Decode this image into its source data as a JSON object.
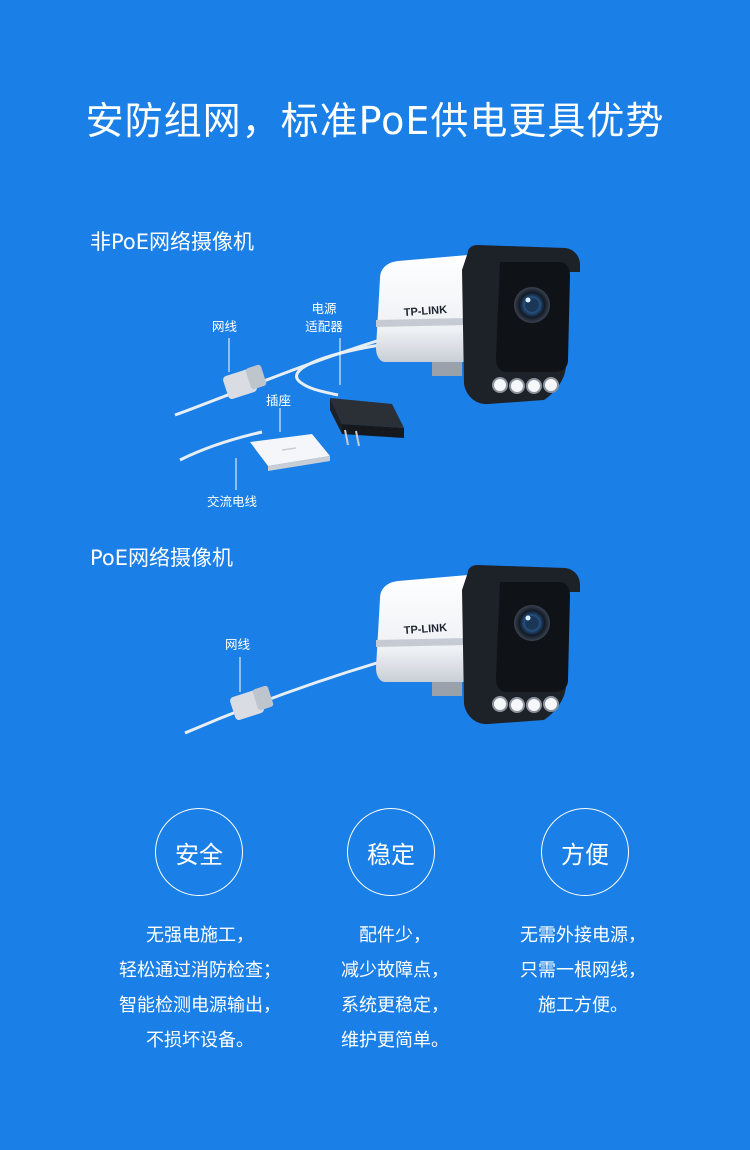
{
  "title": "安防组网，标准PoE供电更具优势",
  "non_poe": {
    "label": "非PoE网络摄像机",
    "callouts": {
      "network_cable": "网线",
      "power_adapter_1": "电源",
      "power_adapter_2": "适配器",
      "socket": "插座",
      "ac_cable": "交流电线"
    },
    "brand": "TP-LINK"
  },
  "poe": {
    "label": "PoE网络摄像机",
    "callouts": {
      "network_cable": "网线"
    },
    "brand": "TP-LINK"
  },
  "features": [
    {
      "title": "安全",
      "lines": [
        "无强电施工，",
        "轻松通过消防检查；",
        "智能检测电源输出，",
        "不损坏设备。"
      ]
    },
    {
      "title": "稳定",
      "lines": [
        "配件少，",
        "减少故障点，",
        "系统更稳定，",
        "维护更简单。"
      ]
    },
    {
      "title": "方便",
      "lines": [
        "无需外接电源，",
        "只需一根网线，",
        "施工方便。"
      ]
    }
  ]
}
